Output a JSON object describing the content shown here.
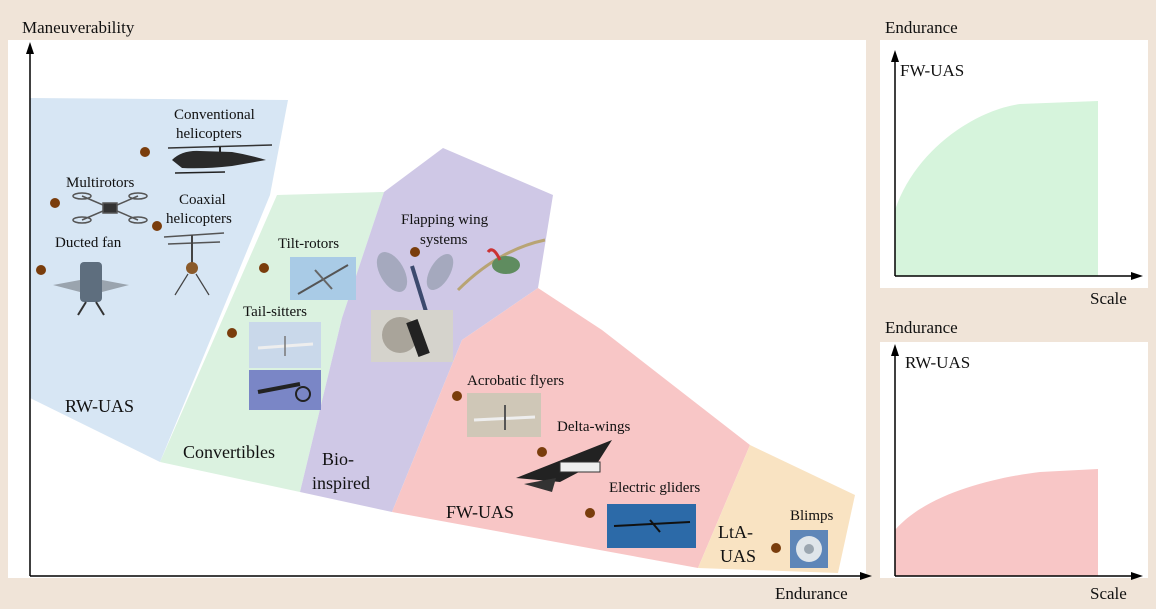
{
  "main_chart": {
    "y_axis_label": "Maneuverability",
    "x_axis_label": "Endurance",
    "regions": [
      {
        "id": "rw-uas",
        "label": "RW-UAS",
        "color": "#d7e6f4"
      },
      {
        "id": "convertibles",
        "label": "Convertibles",
        "color": "#dbf2e0"
      },
      {
        "id": "bio-inspired",
        "label_line1": "Bio-",
        "label_line2": "inspired",
        "color": "#cfc8e6"
      },
      {
        "id": "fw-uas",
        "label": "FW-UAS",
        "color": "#f8c6c6"
      },
      {
        "id": "lta-uas",
        "label_line1": "LtA-",
        "label_line2": "UAS",
        "color": "#f9e3c2"
      }
    ],
    "categories": {
      "conventional_helicopters": {
        "line1": "Conventional",
        "line2": "helicopters"
      },
      "multirotors": "Multirotors",
      "coaxial_helicopters": {
        "line1": "Coaxial",
        "line2": "helicopters"
      },
      "ducted_fan": "Ducted fan",
      "tilt_rotors": "Tilt-rotors",
      "tail_sitters": "Tail-sitters",
      "flapping_wing": {
        "line1": "Flapping wing",
        "line2": "systems"
      },
      "acrobatic_flyers": "Acrobatic flyers",
      "delta_wings": "Delta-wings",
      "electric_gliders": "Electric gliders",
      "blimps": "Blimps"
    },
    "dot_color": "#7a3d0c"
  },
  "small_chart_fw": {
    "y_axis_label": "Endurance",
    "x_axis_label": "Scale",
    "inner_label": "FW-UAS",
    "fill_color": "#d6f4dc"
  },
  "small_chart_rw": {
    "y_axis_label": "Endurance",
    "x_axis_label": "Scale",
    "inner_label": "RW-UAS",
    "fill_color": "#f8c6c6"
  }
}
